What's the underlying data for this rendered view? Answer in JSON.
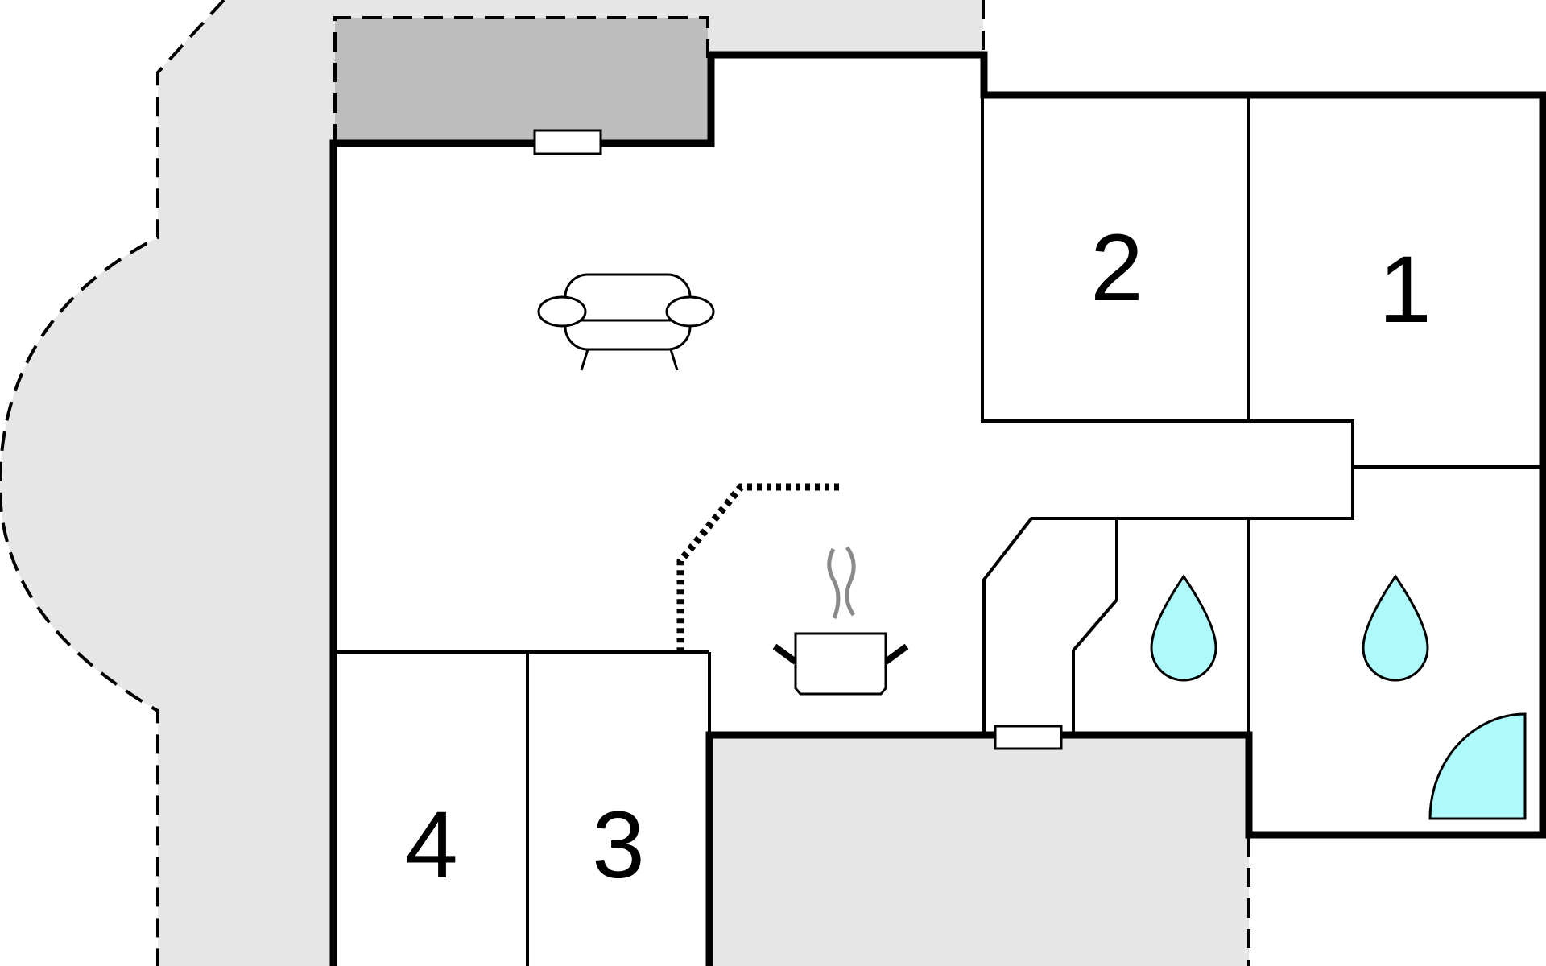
{
  "colors": {
    "outdoor": "#e6e6e6",
    "covered": "#bdbdbd",
    "wall": "#000000",
    "fixture": "#aefafa",
    "steam": "#8a8a8a",
    "background": "#ffffff"
  },
  "icons": {
    "living_area": "sofa-icon",
    "kitchen": "cooking-pot-icon",
    "bathroom_1": "water-drop-icon",
    "bathroom_2": "water-drop-icon",
    "shower": "shower-quarter-circle-icon",
    "kitchen_counter": "counter-dashed-line"
  },
  "rooms": {
    "bedroom_1": "1",
    "bedroom_2": "2",
    "bedroom_3": "3",
    "bedroom_4": "4"
  }
}
